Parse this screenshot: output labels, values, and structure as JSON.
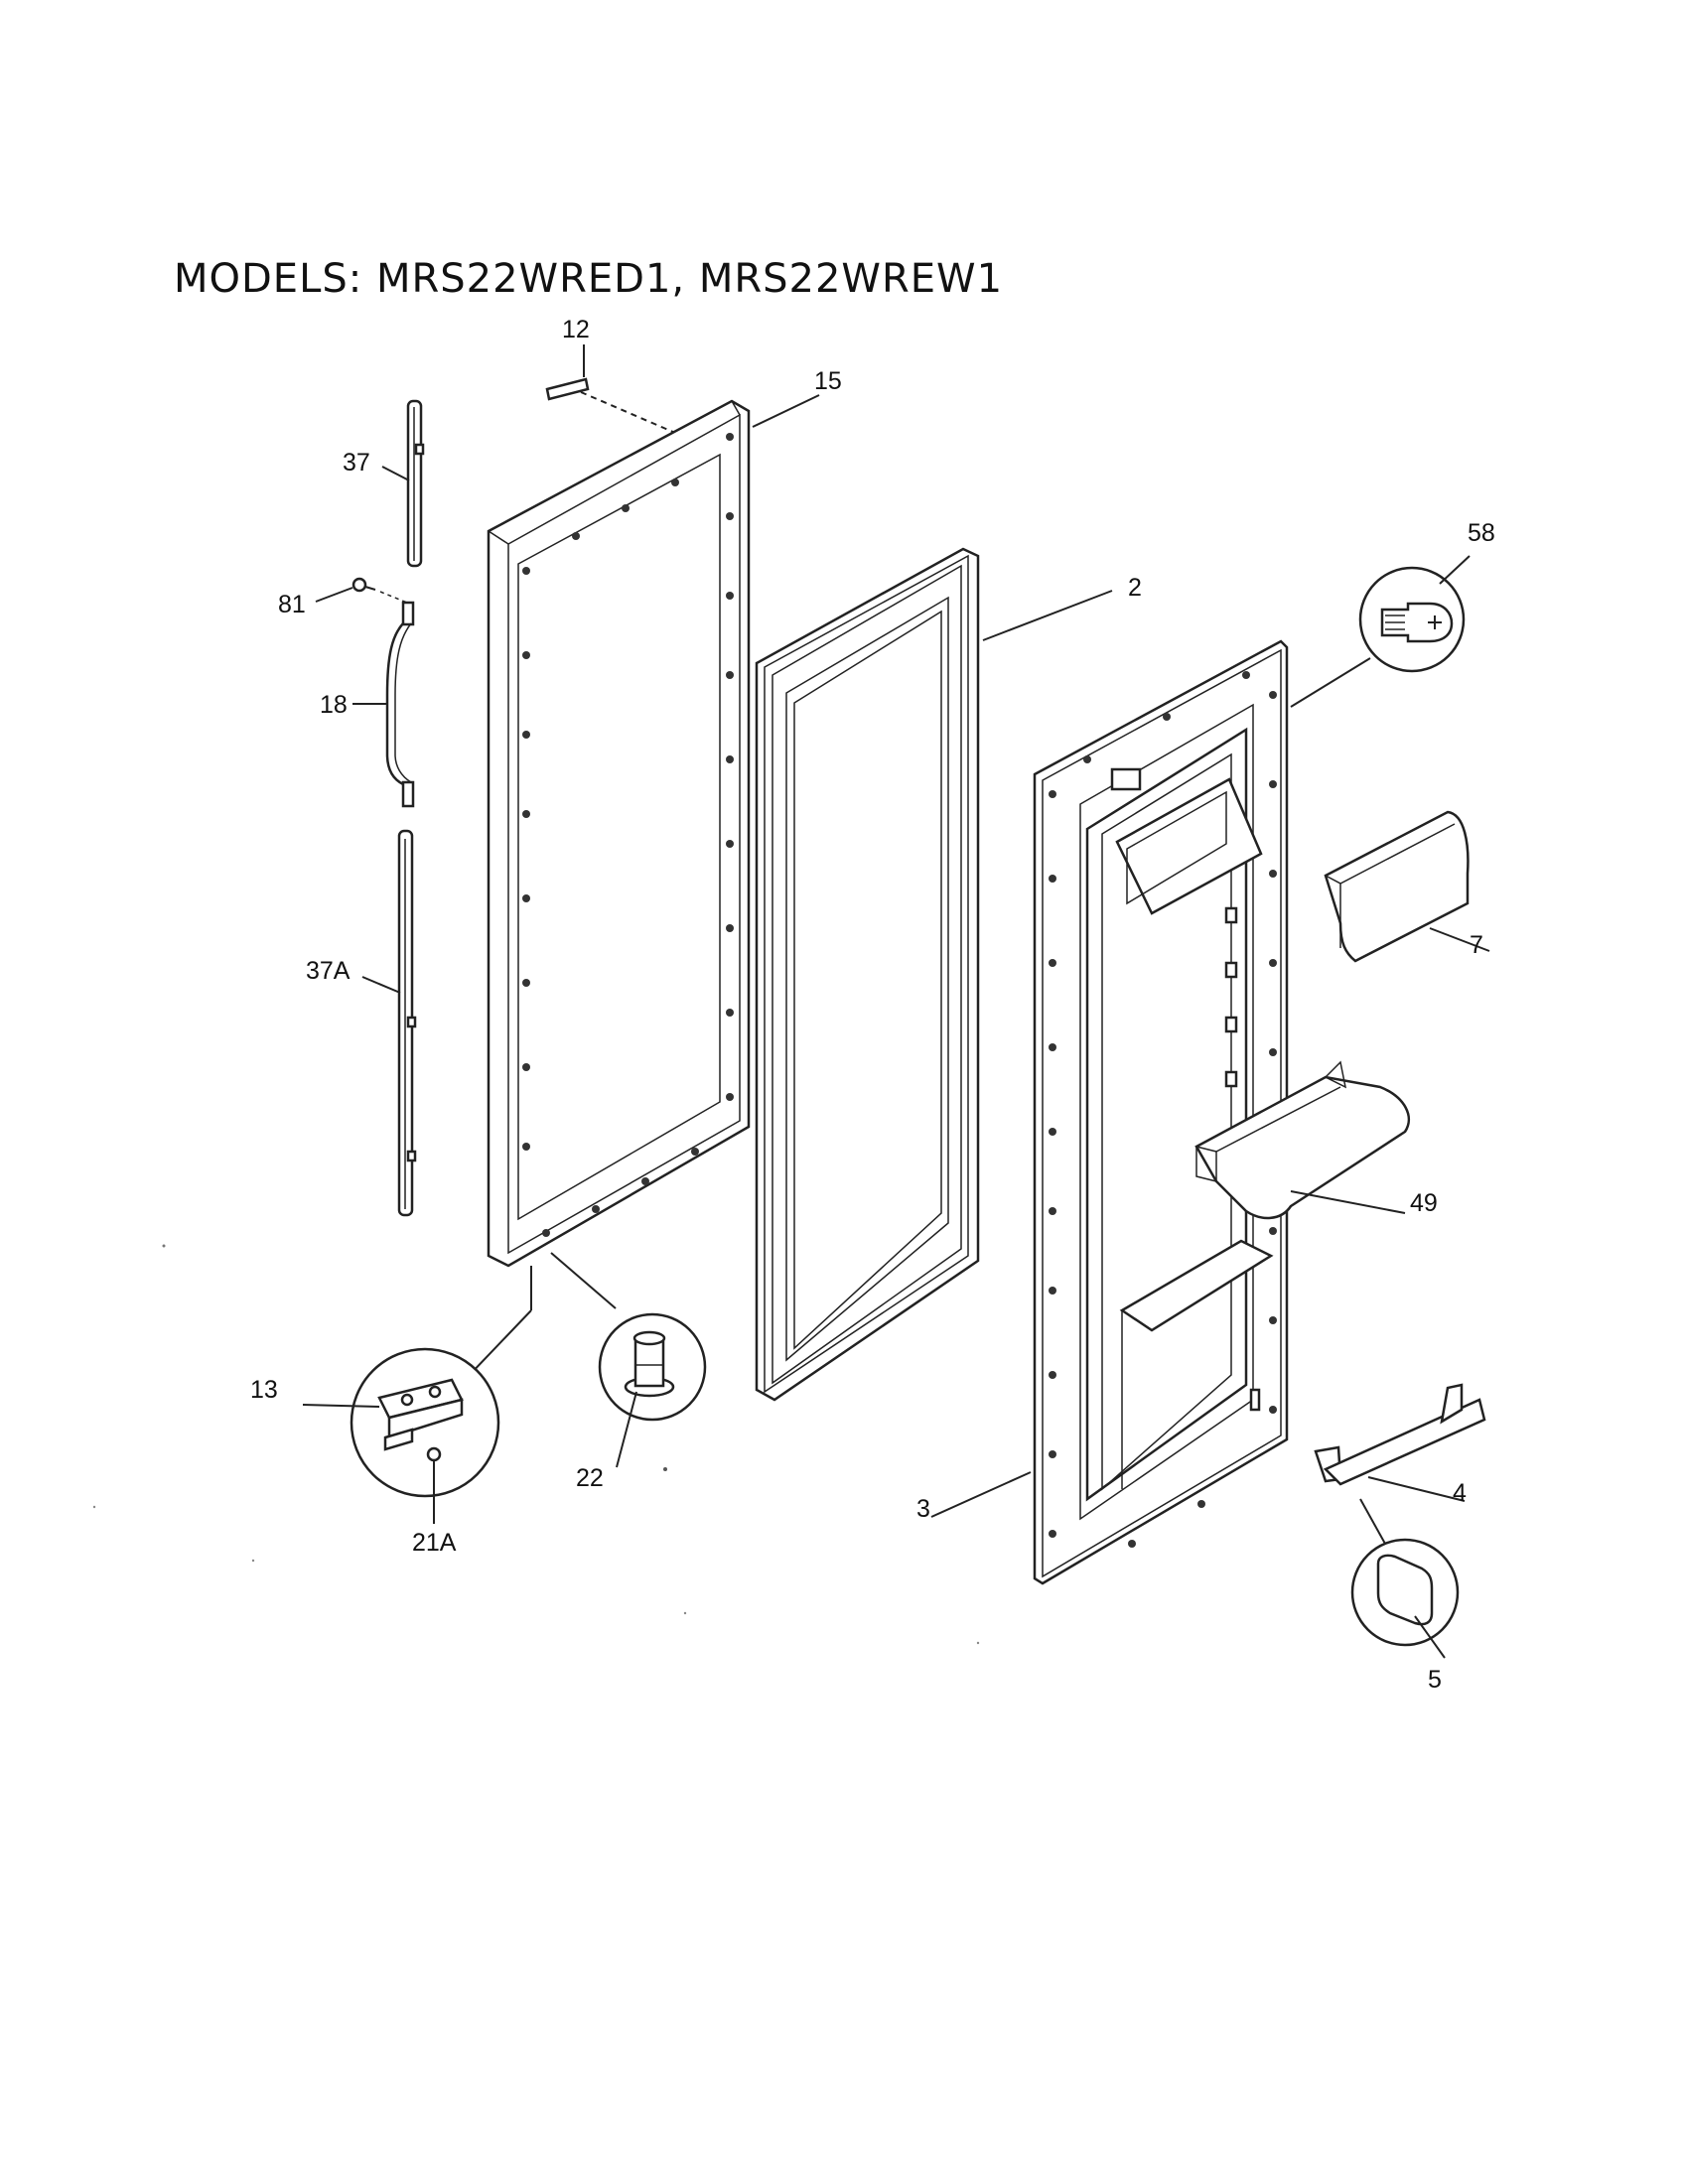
{
  "title": "MODELS: MRS22WRED1, MRS22WREW1",
  "callouts": {
    "p12": "12",
    "p15": "15",
    "p37": "37",
    "p81": "81",
    "p18": "18",
    "p37a": "37A",
    "p2": "2",
    "p58": "58",
    "p7": "7",
    "p49": "49",
    "p13": "13",
    "p21a": "21A",
    "p22": "22",
    "p3": "3",
    "p4": "4",
    "p5": "5"
  }
}
